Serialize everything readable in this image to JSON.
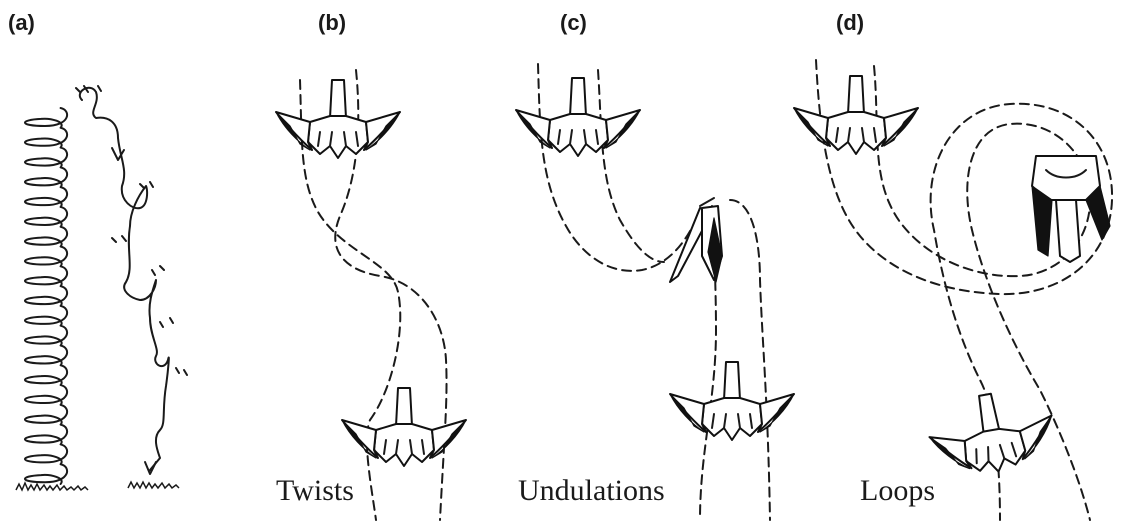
{
  "panels": {
    "a": {
      "label": "(a)"
    },
    "b": {
      "label": "(b)",
      "caption": "Twists"
    },
    "c": {
      "label": "(c)",
      "caption": "Undulations"
    },
    "d": {
      "label": "(d)",
      "caption": "Loops"
    }
  },
  "colors": {
    "ink": "#111111",
    "background": "#ffffff"
  }
}
